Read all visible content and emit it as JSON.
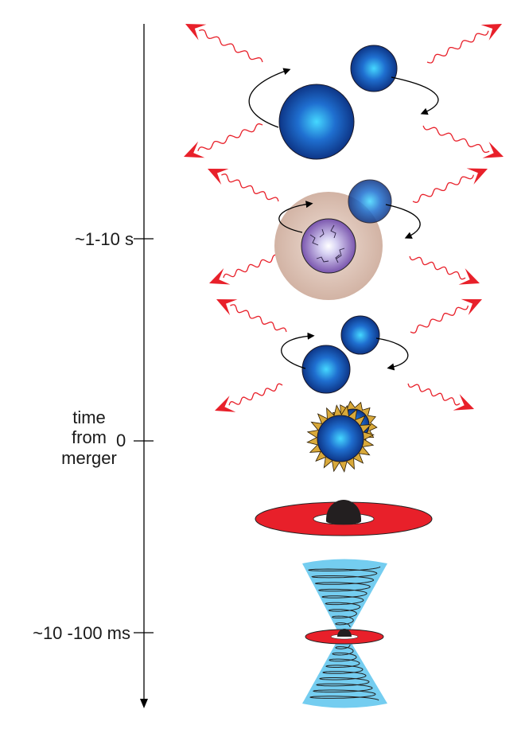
{
  "labels": {
    "t_1_10": "~1-10 s",
    "time_from": "time",
    "from": "from",
    "merger": "merger",
    "zero": "0",
    "t_10_100": "~10 -100 ms"
  },
  "colors": {
    "axis": "#000000",
    "wave": "#e8202a",
    "star_blue": "#1f6fd0",
    "star_dark": "#0a2a78",
    "star_highlight": "#39d0ff",
    "halo": "#d7b8aa",
    "remnant_core": "#8a6ab8",
    "flare": "#d9a93a",
    "disk": "#e8202a",
    "black_hole": "#231f20",
    "jet": "#74cdf0",
    "spiral": "#222222"
  },
  "icons": [
    "time-axis-arrow",
    "neutron-star-icon",
    "gravitational-wave-arrow-icon",
    "orbit-arrow-icon",
    "hypermassive-remnant-icon",
    "merger-flash-icon",
    "accretion-disk-icon",
    "black-hole-icon",
    "jet-cone-icon"
  ]
}
